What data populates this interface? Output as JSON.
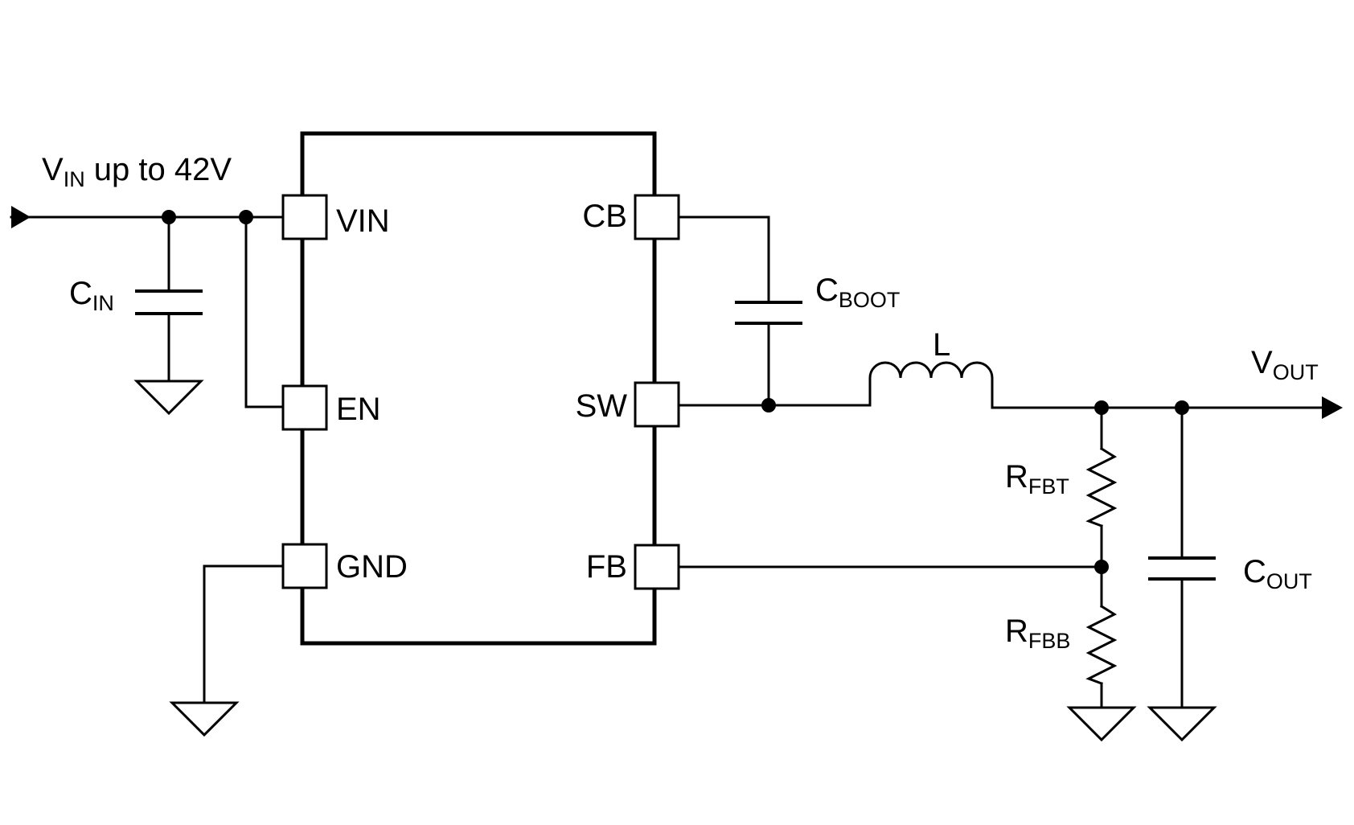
{
  "labels": {
    "vin": {
      "main": "V",
      "sub": "IN",
      "rest": " up to  42V"
    },
    "cin": {
      "main": "C",
      "sub": "IN"
    },
    "cboot": {
      "main": "C",
      "sub": "BOOT"
    },
    "inductor": "L",
    "vout": {
      "main": "V",
      "sub": "OUT"
    },
    "rfbt": {
      "main": "R",
      "sub": "FBT"
    },
    "rfbb": {
      "main": "R",
      "sub": "FBB"
    },
    "cout": {
      "main": "C",
      "sub": "OUT"
    }
  },
  "pins": {
    "vin": "VIN",
    "en": "EN",
    "gnd": "GND",
    "cb": "CB",
    "sw": "SW",
    "fb": "FB"
  }
}
